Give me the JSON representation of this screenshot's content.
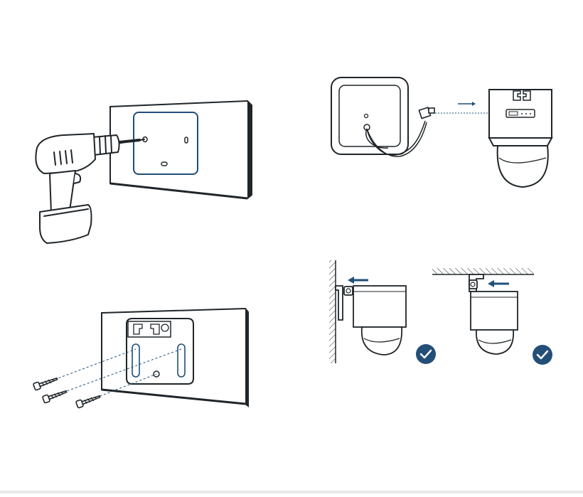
{
  "colors": {
    "line": "#1f2529",
    "accent": "#1f4e79",
    "check_badge": "#234e78",
    "plate_fill": "#ffffff",
    "background": "#ffffff"
  },
  "steps": [
    {
      "id": "drill-holes",
      "icon": "drill-icon"
    },
    {
      "id": "connect-cable",
      "icon": "cable-icon"
    },
    {
      "id": "screw-mount-plate",
      "icon": "screw-icon"
    },
    {
      "id": "slide-camera-onto-mount",
      "icon": "checkmark-icon"
    }
  ]
}
